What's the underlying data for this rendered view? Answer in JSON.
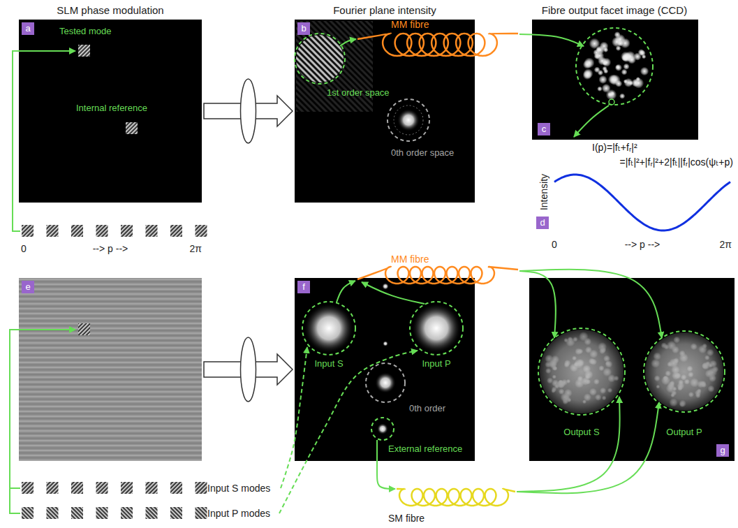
{
  "diagram": {
    "nodes": [
      {
        "text": [
          "SLM phase modulation",
          "a",
          "Tested mode",
          "Internal reference"
        ]
      },
      {
        "text": [
          "Fourier plane intensity",
          "b",
          "1st order space",
          "0th order space"
        ]
      },
      {
        "text": [
          "Fibre output facet image (CCD)",
          "c"
        ]
      },
      {
        "text": [
          "d",
          "I(p)=|fₜ+fᵣ|²",
          "=|fₜ|²+|fᵣ|²+2|fₜ||fᵣ|cos(ψₜ+p)",
          "Intensity",
          "0",
          "--> p -->",
          "2π"
        ]
      },
      {
        "text": [
          "e"
        ]
      },
      {
        "text": [
          "f",
          "Input S",
          "Input P",
          "0th order",
          "External reference"
        ]
      },
      {
        "text": [
          "g",
          "Output S",
          "Output P"
        ]
      }
    ],
    "edges": [
      {
        "from": 0,
        "to": 1,
        "arrow": "to"
      },
      {
        "from": 4,
        "to": 5,
        "arrow": "to"
      }
    ],
    "labels": [
      "0",
      "--> p -->",
      "2π",
      "MM fibre",
      "Input S modes",
      "Input P modes",
      "MM fibre",
      "SM fibre"
    ]
  }
}
